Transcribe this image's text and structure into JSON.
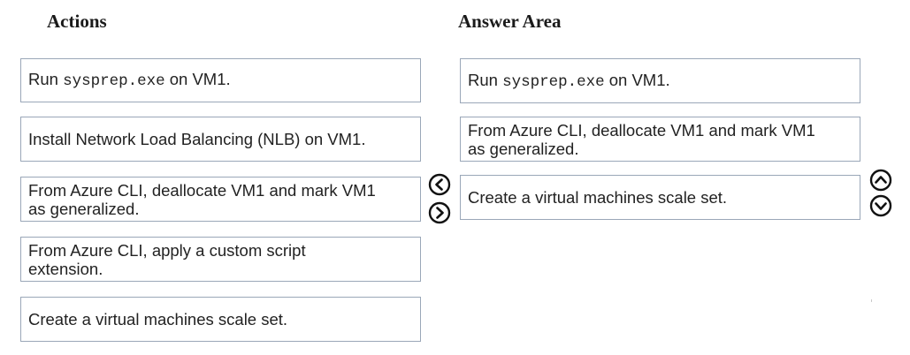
{
  "headings": {
    "actions": "Actions",
    "answer_area": "Answer Area"
  },
  "actions": [
    {
      "prefix": "Run ",
      "code": "sysprep.exe",
      "suffix": " on VM1."
    },
    {
      "text": "Install Network Load Balancing (NLB) on VM1."
    },
    {
      "text": "From Azure CLI, deallocate VM1 and mark VM1 as generalized."
    },
    {
      "text": "From Azure CLI, apply a custom script extension."
    },
    {
      "text": "Create a virtual machines scale set."
    }
  ],
  "answers": [
    {
      "prefix": "Run ",
      "code": "sysprep.exe",
      "suffix": " on VM1."
    },
    {
      "text": "From Azure CLI, deallocate VM1 and mark VM1 as generalized."
    },
    {
      "text": "Create a virtual machines scale set."
    }
  ],
  "icons": {
    "move_left": "chevron-left-circle-icon",
    "move_right": "chevron-right-circle-icon",
    "move_up": "chevron-up-circle-icon",
    "move_down": "chevron-down-circle-icon"
  },
  "colors": {
    "border": "#9aa7b8",
    "heading": "#1a1a1a",
    "icon": "#111111"
  }
}
